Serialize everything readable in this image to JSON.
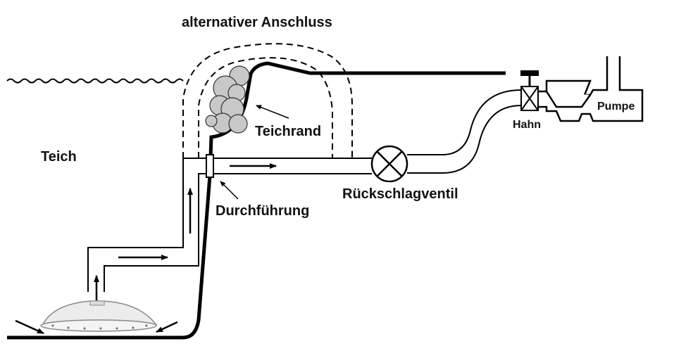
{
  "labels": {
    "alternative_connection": "alternativer Anschluss",
    "pond": "Teich",
    "pond_edge": "Teichrand",
    "feedthrough": "Durchführung",
    "check_valve": "Rückschlagventil",
    "tap": "Hahn",
    "pump": "Pumpe"
  },
  "colors": {
    "line": "#000000",
    "foliage": "#c8c8c8",
    "dome": "#ececec"
  },
  "icons": {
    "check_valve": "circle-x-valve-icon",
    "tap": "gate-valve-icon",
    "skimmer": "dome-skimmer-icon",
    "pump": "pump-box-icon"
  }
}
